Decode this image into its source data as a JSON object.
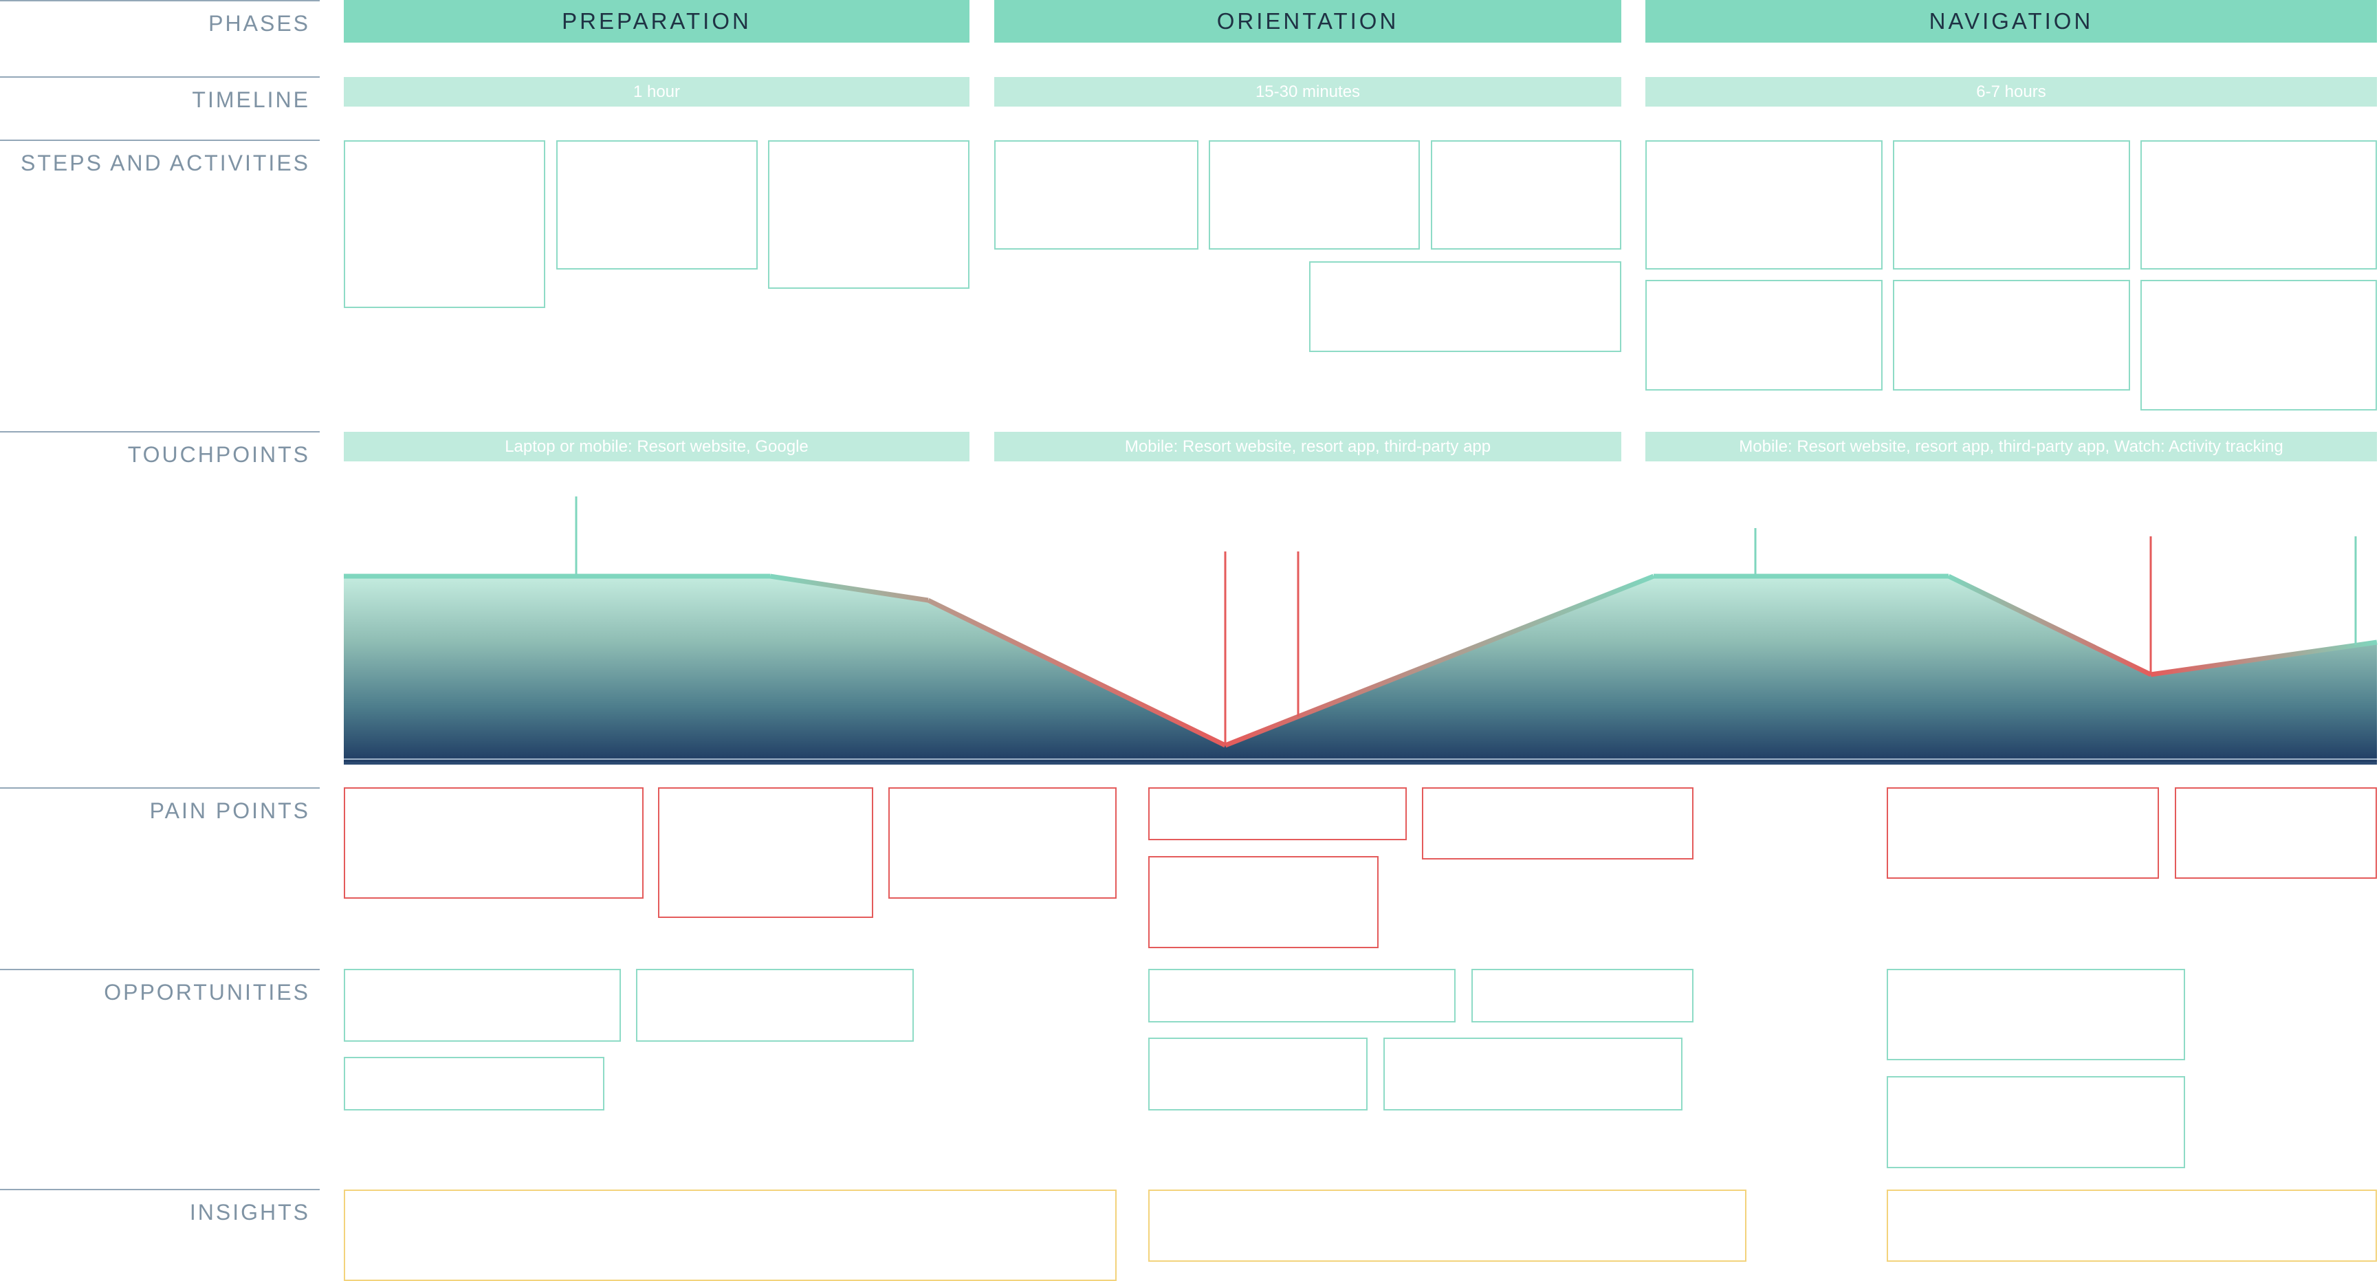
{
  "rows": {
    "phases": "PHASES",
    "timeline": "TIMELINE",
    "steps": "STEPS AND ACTIVITIES",
    "touchpoints": "TOUCHPOINTS",
    "pain_points": "PAIN POINTS",
    "opportunities": "OPPORTUNITIES",
    "insights": "INSIGHTS"
  },
  "phases": [
    {
      "name": "PREPARATION",
      "timeline": "1 hour",
      "touchpoints": "Laptop or mobile: Resort website, Google"
    },
    {
      "name": "ORIENTATION",
      "timeline": "15-30 minutes",
      "touchpoints": "Mobile: Resort website, resort app, third-party app"
    },
    {
      "name": "NAVIGATION",
      "timeline": "6-7 hours",
      "touchpoints": "Mobile: Resort website, resort app, third-party app, Watch: Activity tracking"
    }
  ],
  "colors": {
    "phase_header": "#82d9bf",
    "band": "#c0ebdd",
    "positive": "#7fd6be",
    "negative": "#e45b5b",
    "deep": "#1f3b63",
    "insight": "#f3d37c"
  }
}
